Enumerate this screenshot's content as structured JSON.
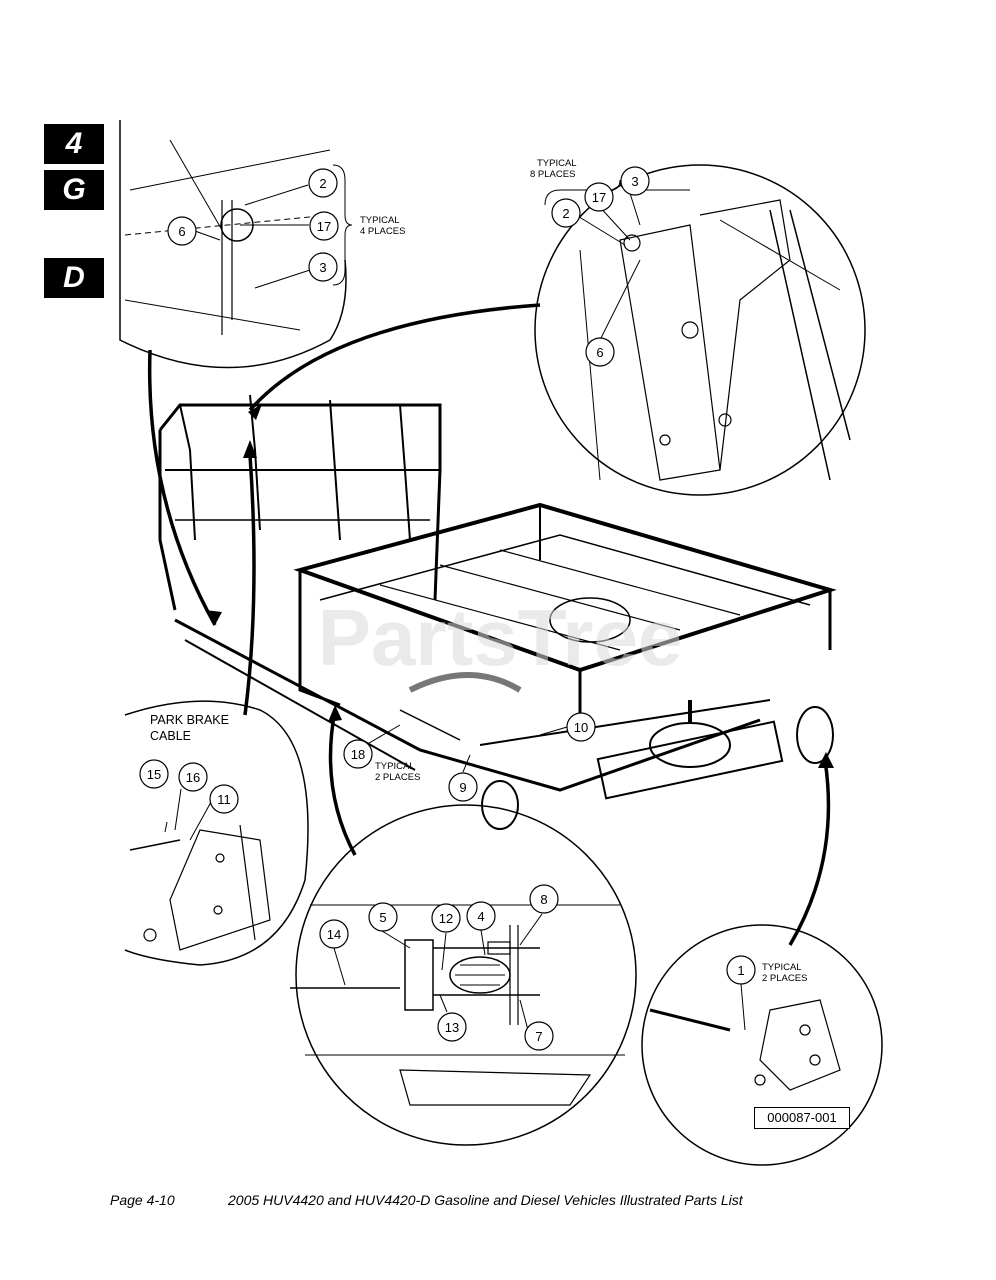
{
  "side_tabs": [
    "4",
    "G",
    "D"
  ],
  "callouts": {
    "c2a": "2",
    "c17a": "17",
    "c6a": "6",
    "c3a": "3",
    "c3b": "3",
    "c17b": "17",
    "c2b": "2",
    "c6b": "6",
    "c10": "10",
    "c18": "18",
    "c9": "9",
    "c15": "15",
    "c16": "16",
    "c11": "11",
    "c5": "5",
    "c12": "12",
    "c4": "4",
    "c8": "8",
    "c14": "14",
    "c13": "13",
    "c7": "7",
    "c1": "1"
  },
  "notes": {
    "typical4_l1": "TYPICAL",
    "typical4_l2": "4 PLACES",
    "typical8_l1": "TYPICAL",
    "typical8_l2": "8 PLACES",
    "typical2a_l1": "TYPICAL",
    "typical2a_l2": "2 PLACES",
    "typical2b_l1": "TYPICAL",
    "typical2b_l2": "2 PLACES",
    "park_l1": "PARK BRAKE",
    "park_l2": "CABLE"
  },
  "watermark": "PartsTree",
  "figure_id": "000087-001",
  "footer": {
    "page": "Page 4-10",
    "title": "2005 HUV4420 and HUV4420-D Gasoline and Diesel Vehicles Illustrated Parts List"
  }
}
